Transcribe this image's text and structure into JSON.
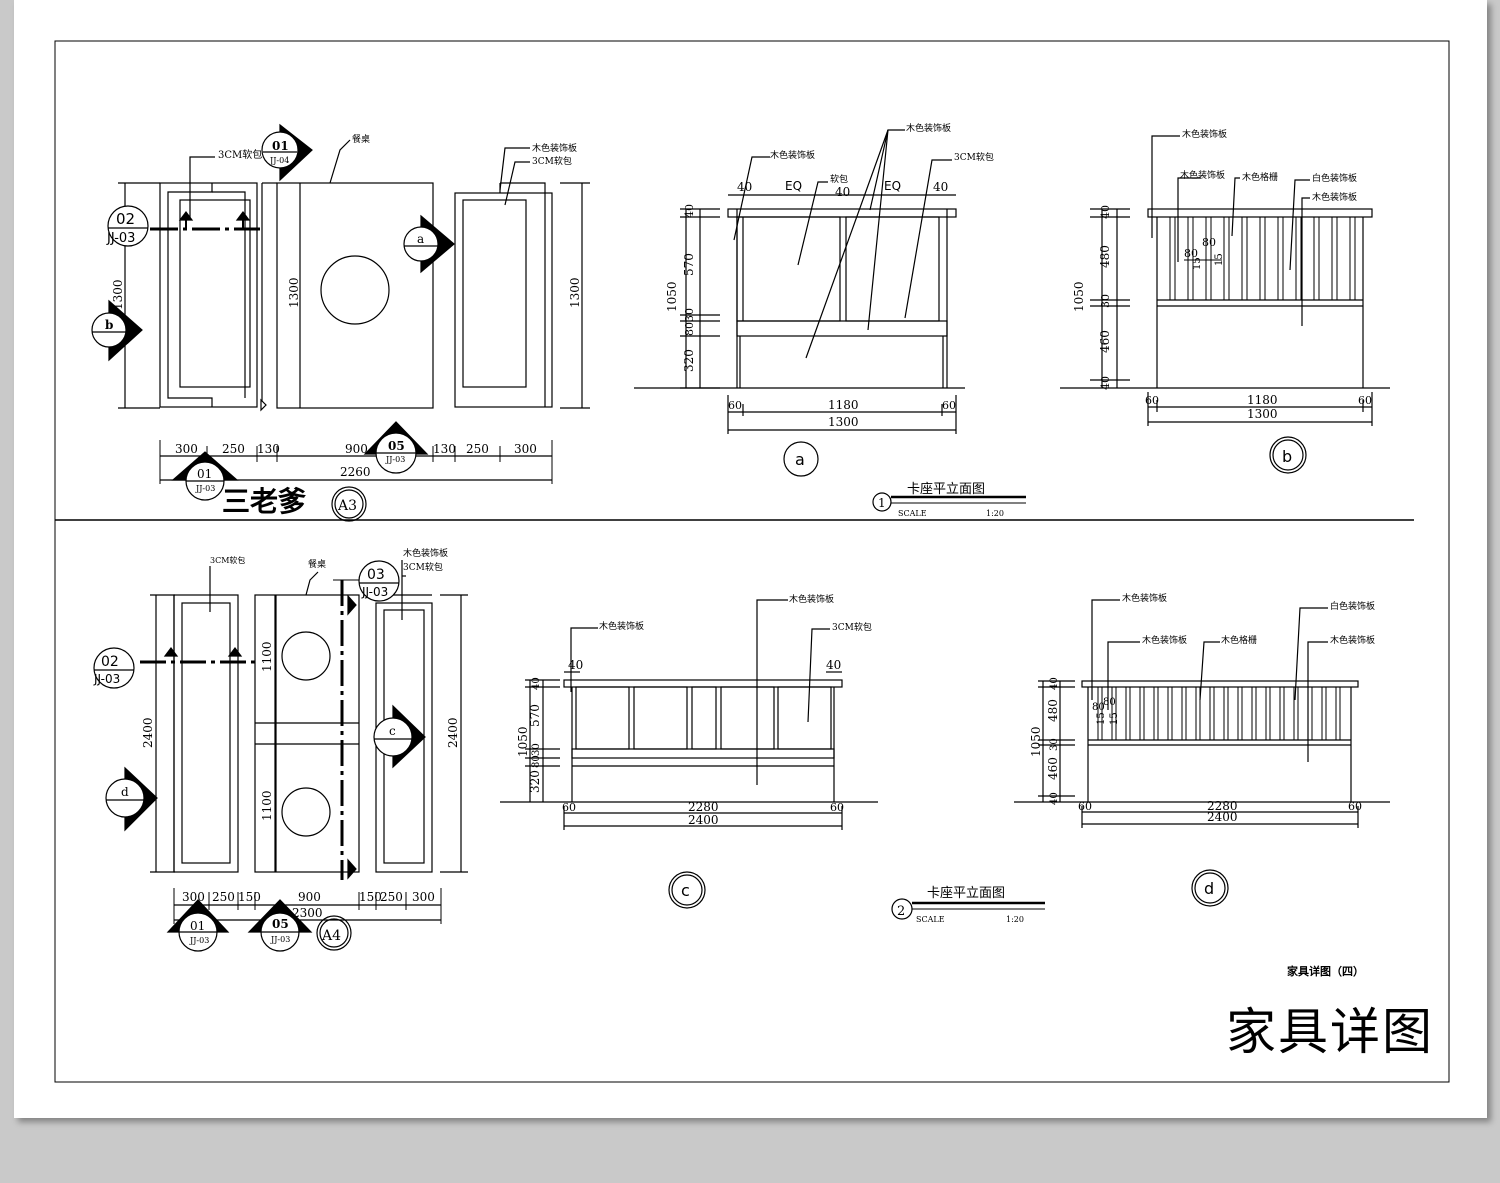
{
  "sheet": {
    "title": "家具详图",
    "subtitle": "家具详图（四）"
  },
  "plan_top": {
    "tag": "三老爹",
    "ref": "A3",
    "labels": [
      "3CM软包",
      "餐桌",
      "木色装饰板",
      "3CM软包"
    ],
    "section_marks": [
      {
        "num": "01",
        "sheet": "JJ-04"
      },
      {
        "num": "02",
        "sheet": "JJ-03"
      },
      {
        "num": "01",
        "sheet": "JJ-03"
      },
      {
        "num": "05",
        "sheet": "JJ-03"
      }
    ],
    "elev_marks": [
      "a",
      "b"
    ],
    "dims_h": [
      "300",
      "250",
      "130",
      "900",
      "130",
      "250",
      "300"
    ],
    "dim_total": "2260",
    "dims_v": [
      "1300",
      "1300",
      "1300"
    ]
  },
  "plan_bottom": {
    "ref": "A4",
    "labels": [
      "3CM软包",
      "餐桌",
      "木色装饰板",
      "3CM软包"
    ],
    "section_marks": [
      {
        "num": "03",
        "sheet": "JJ-03"
      },
      {
        "num": "02",
        "sheet": "JJ-03"
      },
      {
        "num": "01",
        "sheet": "JJ-03"
      },
      {
        "num": "05",
        "sheet": "JJ-03"
      }
    ],
    "elev_marks": [
      "c",
      "d"
    ],
    "dims_h": [
      "300",
      "250",
      "150",
      "900",
      "150",
      "250",
      "300"
    ],
    "dim_total": "2300",
    "dims_v": [
      "2400",
      "1100",
      "1100",
      "2400"
    ]
  },
  "elev_a": {
    "mark": "a",
    "labels": [
      "木色装饰板",
      "木色装饰板",
      "软包",
      "3CM软包"
    ],
    "dims_top": [
      "40",
      "EQ",
      "40",
      "EQ",
      "40"
    ],
    "dims_v": [
      "40",
      "570",
      "30",
      "80",
      "320"
    ],
    "dim_total_v": "1050",
    "dims_bottom": [
      "60",
      "1180",
      "60"
    ],
    "dim_total": "1300"
  },
  "elev_b": {
    "mark": "b",
    "labels": [
      "木色装饰板",
      "木色装饰板",
      "木色格栅",
      "白色装饰板",
      "木色装饰板"
    ],
    "dims_inner": [
      "80",
      "80",
      "15",
      "15"
    ],
    "dims_v": [
      "40",
      "480",
      "30",
      "460",
      "40"
    ],
    "dim_total_v": "1050",
    "dims_bottom": [
      "60",
      "1180",
      "60"
    ],
    "dim_total": "1300"
  },
  "elev_c": {
    "mark": "c",
    "labels": [
      "木色装饰板",
      "木色装饰板",
      "3CM软包"
    ],
    "dims_top": [
      "40",
      "40"
    ],
    "dims_v": [
      "40",
      "570",
      "30",
      "80",
      "320"
    ],
    "dim_total_v": "1050",
    "dims_bottom": [
      "60",
      "2280",
      "60"
    ],
    "dim_total": "2400"
  },
  "elev_d": {
    "mark": "d",
    "labels": [
      "木色装饰板",
      "木色装饰板",
      "木色格栅",
      "白色装饰板",
      "木色装饰板"
    ],
    "dims_inner": [
      "80",
      "80",
      "15",
      "15"
    ],
    "dims_v": [
      "40",
      "480",
      "30",
      "460",
      "40"
    ],
    "dim_total_v": "1050",
    "dims_bottom": [
      "60",
      "2280",
      "60"
    ],
    "dim_total": "2400"
  },
  "title_block_1": {
    "num": "1",
    "title": "卡座平立面图",
    "scale_label": "SCALE",
    "scale": "1:20"
  },
  "title_block_2": {
    "num": "2",
    "title": "卡座平立面图",
    "scale_label": "SCALE",
    "scale": "1:20"
  }
}
